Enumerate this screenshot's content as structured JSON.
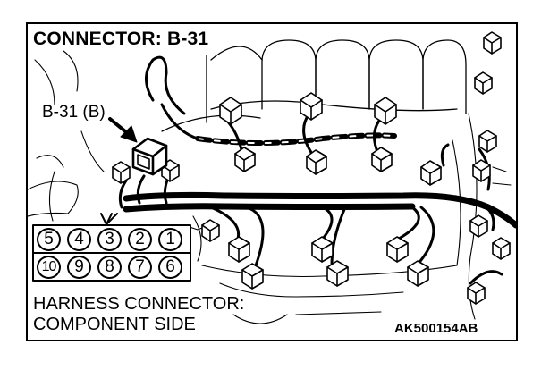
{
  "diagram": {
    "title": "CONNECTOR: B-31",
    "connector_label": "B-31 (B)",
    "harness_line1": "HARNESS CONNECTOR:",
    "harness_line2": "COMPONENT SIDE",
    "figure_code": "AK500154AB",
    "pins_top": [
      "5",
      "4",
      "3",
      "2",
      "1"
    ],
    "pins_bottom": [
      "10",
      "9",
      "8",
      "7",
      "6"
    ]
  },
  "colors": {
    "line": "#000000",
    "background": "#ffffff"
  }
}
